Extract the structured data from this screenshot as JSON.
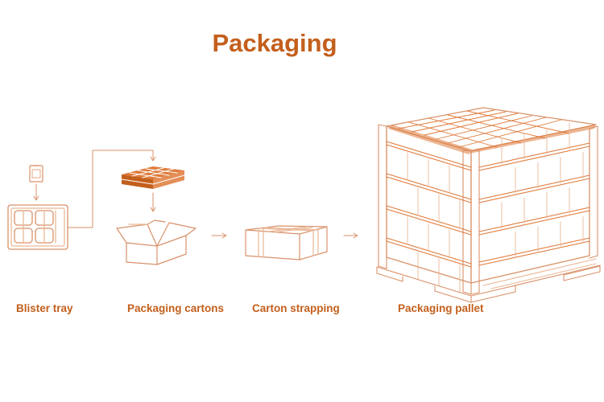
{
  "title": "Packaging",
  "steps": [
    {
      "label": "Blister tray"
    },
    {
      "label": "Packaging cartons"
    },
    {
      "label": "Carton strapping"
    },
    {
      "label": "Packaging pallet"
    }
  ],
  "colors": {
    "accent": "#c35f1c",
    "line": "#d9926a",
    "line_light": "#e9b896",
    "fill": "#df7a3a",
    "background": "#ffffff"
  }
}
